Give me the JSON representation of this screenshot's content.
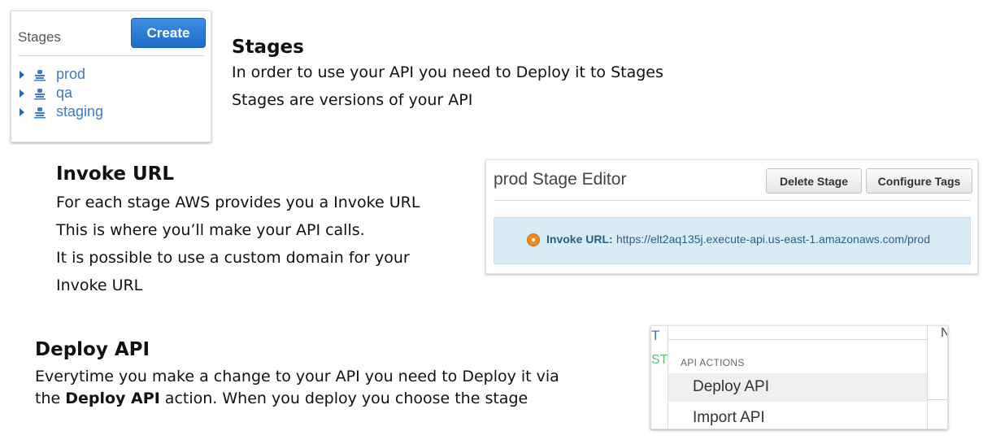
{
  "stages_panel": {
    "title": "Stages",
    "create_label": "Create",
    "items": [
      {
        "label": "prod",
        "icon": "stage-icon"
      },
      {
        "label": "qa",
        "icon": "stage-icon"
      },
      {
        "label": "staging",
        "icon": "stage-icon"
      }
    ]
  },
  "stages_section": {
    "heading": "Stages",
    "lines": [
      "In order to use your API you need to Deploy it to Stages",
      "Stages are versions of your API"
    ]
  },
  "invoke_section": {
    "heading": "Invoke URL",
    "lines": [
      "For each stage AWS provides you a Invoke URL",
      "This is where you’ll make your API calls.",
      "It is possible to use a custom domain for your",
      "Invoke URL"
    ]
  },
  "stage_editor": {
    "title": "prod Stage Editor",
    "delete_label": "Delete Stage",
    "tags_label": "Configure Tags",
    "invoke_label": "Invoke URL:",
    "invoke_url": "https://elt2aq135j.execute-api.us-east-1.amazonaws.com/prod"
  },
  "deploy_section": {
    "heading": "Deploy API",
    "line1": "Everytime you make a change to your API you need to Deploy it via",
    "line2_prefix": "the ",
    "line2_bold": "Deploy API",
    "line2_suffix": " action. When you deploy you choose the stage"
  },
  "actions_menu": {
    "fragment_left_top": "T",
    "fragment_left_bottom": "ST",
    "fragment_right": "N",
    "section_label": "API ACTIONS",
    "items": [
      "Deploy API",
      "Import API"
    ]
  },
  "colors": {
    "accent_blue": "#1f6cc7",
    "link_blue": "#3f7ac4",
    "info_bg": "#d7ecf7",
    "status_orange": "#f08a24"
  }
}
